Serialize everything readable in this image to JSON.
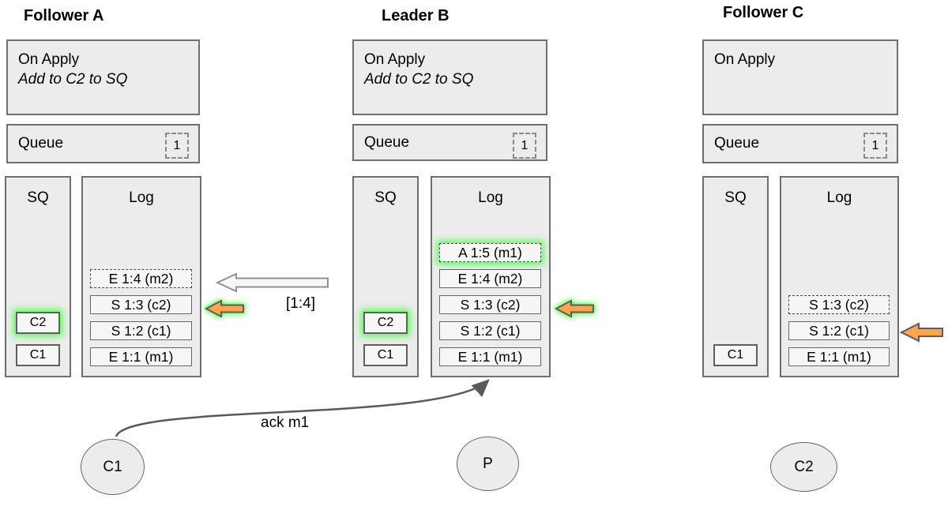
{
  "diagram": {
    "nodes": [
      {
        "title": "Follower A",
        "on_apply": {
          "line1": "On Apply",
          "line2": "Add to C2 to SQ"
        },
        "queue": {
          "label": "Queue",
          "count": "1"
        },
        "sq": {
          "label": "SQ",
          "items": [
            {
              "text": "C2",
              "glow": true
            },
            {
              "text": "C1",
              "glow": false
            }
          ]
        },
        "log": {
          "label": "Log",
          "entries": [
            {
              "text": "E 1:4 (m2)",
              "dashed": true,
              "glow": false
            },
            {
              "text": "S 1:3 (c2)",
              "dashed": false,
              "glow": false
            },
            {
              "text": "S 1:2 (c1)",
              "dashed": false,
              "glow": false
            },
            {
              "text": "E 1:1 (m1)",
              "dashed": false,
              "glow": false
            }
          ]
        }
      },
      {
        "title": "Leader B",
        "on_apply": {
          "line1": "On Apply",
          "line2": "Add to C2 to SQ"
        },
        "queue": {
          "label": "Queue",
          "count": "1"
        },
        "sq": {
          "label": "SQ",
          "items": [
            {
              "text": "C2",
              "glow": true
            },
            {
              "text": "C1",
              "glow": false
            }
          ]
        },
        "log": {
          "label": "Log",
          "entries": [
            {
              "text": "A 1:5 (m1)",
              "dashed": true,
              "glow": true
            },
            {
              "text": "E 1:4 (m2)",
              "dashed": false,
              "glow": false
            },
            {
              "text": "S 1:3 (c2)",
              "dashed": false,
              "glow": false
            },
            {
              "text": "S 1:2 (c1)",
              "dashed": false,
              "glow": false
            },
            {
              "text": "E 1:1 (m1)",
              "dashed": false,
              "glow": false
            }
          ]
        }
      },
      {
        "title": "Follower C",
        "on_apply": {
          "line1": "On Apply",
          "line2": ""
        },
        "queue": {
          "label": "Queue",
          "count": "1"
        },
        "sq": {
          "label": "SQ",
          "items": [
            {
              "text": "C1",
              "glow": false
            }
          ]
        },
        "log": {
          "label": "Log",
          "entries": [
            {
              "text": "S 1:3 (c2)",
              "dashed": true,
              "glow": false
            },
            {
              "text": "S 1:2 (c1)",
              "dashed": false,
              "glow": false
            },
            {
              "text": "E 1:1 (m1)",
              "dashed": false,
              "glow": false
            }
          ]
        }
      }
    ],
    "arrows": {
      "replicate_label": "[1:4]",
      "ack_label": "ack m1"
    },
    "clients": [
      {
        "label": "C1"
      },
      {
        "label": "P"
      },
      {
        "label": "C2"
      }
    ],
    "colors": {
      "box_fill": "#ececec",
      "box_border": "#6f6f6f",
      "entry_fill": "#f6f6f6",
      "orange_arrow_fill": "#FFA64D",
      "white_arrow_fill": "#f7f7f7",
      "highlight_glow": "#3cff3c",
      "connector_stroke": "#595959"
    }
  }
}
